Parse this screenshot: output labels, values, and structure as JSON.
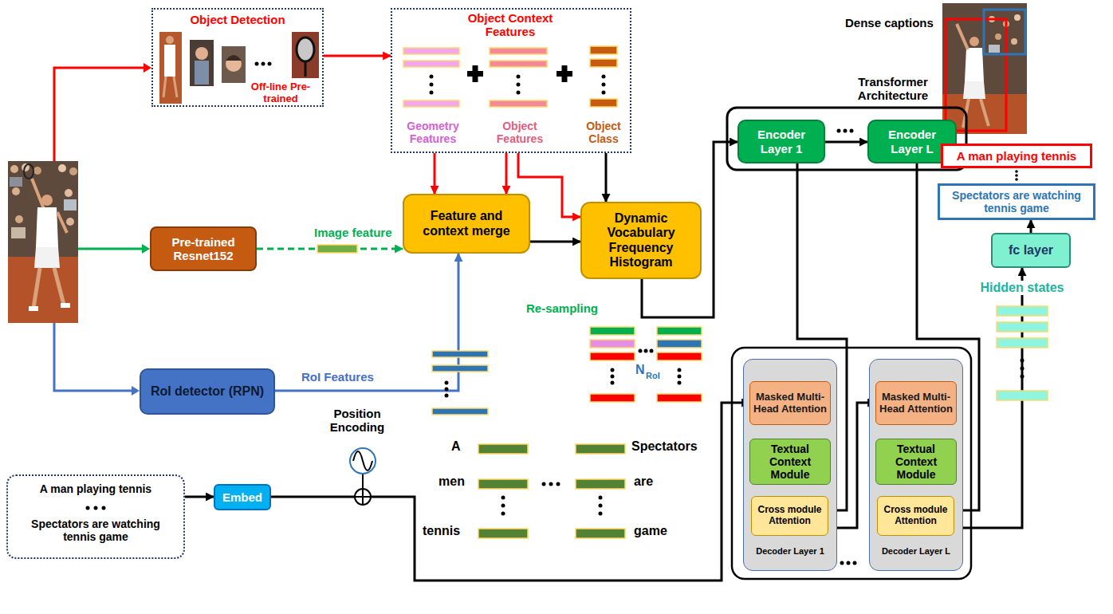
{
  "diagram": {
    "nodes": [
      {
        "text": [
          "Object Detection",
          "Off-line Pre-trained"
        ]
      },
      {
        "text": [
          "Object Context Features",
          "Geometry Features",
          "Object Features",
          "Object Class"
        ]
      },
      {
        "text": [
          "Pre-trained Resnet152"
        ]
      },
      {
        "text": [
          "Feature and context merge"
        ]
      },
      {
        "text": [
          "Dynamic Vocabulary Frequency Histogram"
        ]
      },
      {
        "text": [
          "RoI detector (RPN)"
        ]
      },
      {
        "text": [
          "A man playing tennis",
          "Spectators are watching tennis game"
        ]
      },
      {
        "text": [
          "Embed"
        ]
      },
      {
        "text": [
          "Encoder Layer 1"
        ]
      },
      {
        "text": [
          "Encoder Layer L"
        ]
      },
      {
        "text": [
          "Decoder Layer 1"
        ]
      },
      {
        "text": [
          "Masked Multi-Head Attention"
        ],
        "in": 10
      },
      {
        "text": [
          "Textual Context Module"
        ],
        "in": 10
      },
      {
        "text": [
          "Cross module Attention"
        ],
        "in": 10
      },
      {
        "text": [
          "Decoder Layer L"
        ]
      },
      {
        "text": [
          "Masked Multi-Head Attention"
        ],
        "in": 14
      },
      {
        "text": [
          "Textual Context Module"
        ],
        "in": 14
      },
      {
        "text": [
          "Cross module Attention"
        ],
        "in": 14
      },
      {
        "text": [
          "fc layer"
        ]
      },
      {
        "text": [
          "A man playing tennis"
        ]
      },
      {
        "text": [
          "Spectators are watching tennis game"
        ]
      }
    ],
    "edges": [
      {
        "from": 0,
        "to": 1,
        "arrow": "to"
      },
      {
        "from": 1,
        "to": 3,
        "arrow": "to"
      },
      {
        "from": 1,
        "to": 3,
        "arrow": "to"
      },
      {
        "from": 1,
        "to": 4,
        "arrow": "to"
      },
      {
        "from": 1,
        "to": 4,
        "arrow": "to"
      },
      {
        "from": 2,
        "to": 3,
        "label": "Image feature",
        "arrow": "to"
      },
      {
        "from": 5,
        "to": 3,
        "label": "RoI Features",
        "arrow": "to"
      },
      {
        "from": 3,
        "to": 4,
        "arrow": "to"
      },
      {
        "from": 4,
        "to": 8,
        "arrow": "to"
      },
      {
        "from": 8,
        "to": 9,
        "arrow": "to"
      },
      {
        "from": 6,
        "to": 7,
        "arrow": "to"
      },
      {
        "from": 7,
        "to": 11,
        "arrow": "to"
      },
      {
        "from": 11,
        "to": 12,
        "arrow": "to"
      },
      {
        "from": 12,
        "to": 13,
        "arrow": "to"
      },
      {
        "from": 15,
        "to": 16,
        "arrow": "to"
      },
      {
        "from": 16,
        "to": 17,
        "arrow": "to"
      },
      {
        "from": 8,
        "to": 13,
        "arrow": "to"
      },
      {
        "from": 9,
        "to": 17,
        "arrow": "to"
      },
      {
        "from": 13,
        "to": 15,
        "arrow": "to"
      },
      {
        "from": 17,
        "to": 18,
        "label": "Hidden states",
        "arrow": "to"
      },
      {
        "from": 18,
        "to": 20,
        "arrow": "to"
      }
    ],
    "labels": [
      "Dense captions",
      "Transformer Architecture",
      "Position Encoding",
      "Re-sampling",
      "N",
      "RoI",
      "A",
      "men",
      "tennis",
      "Spectators",
      "are",
      "game"
    ]
  }
}
